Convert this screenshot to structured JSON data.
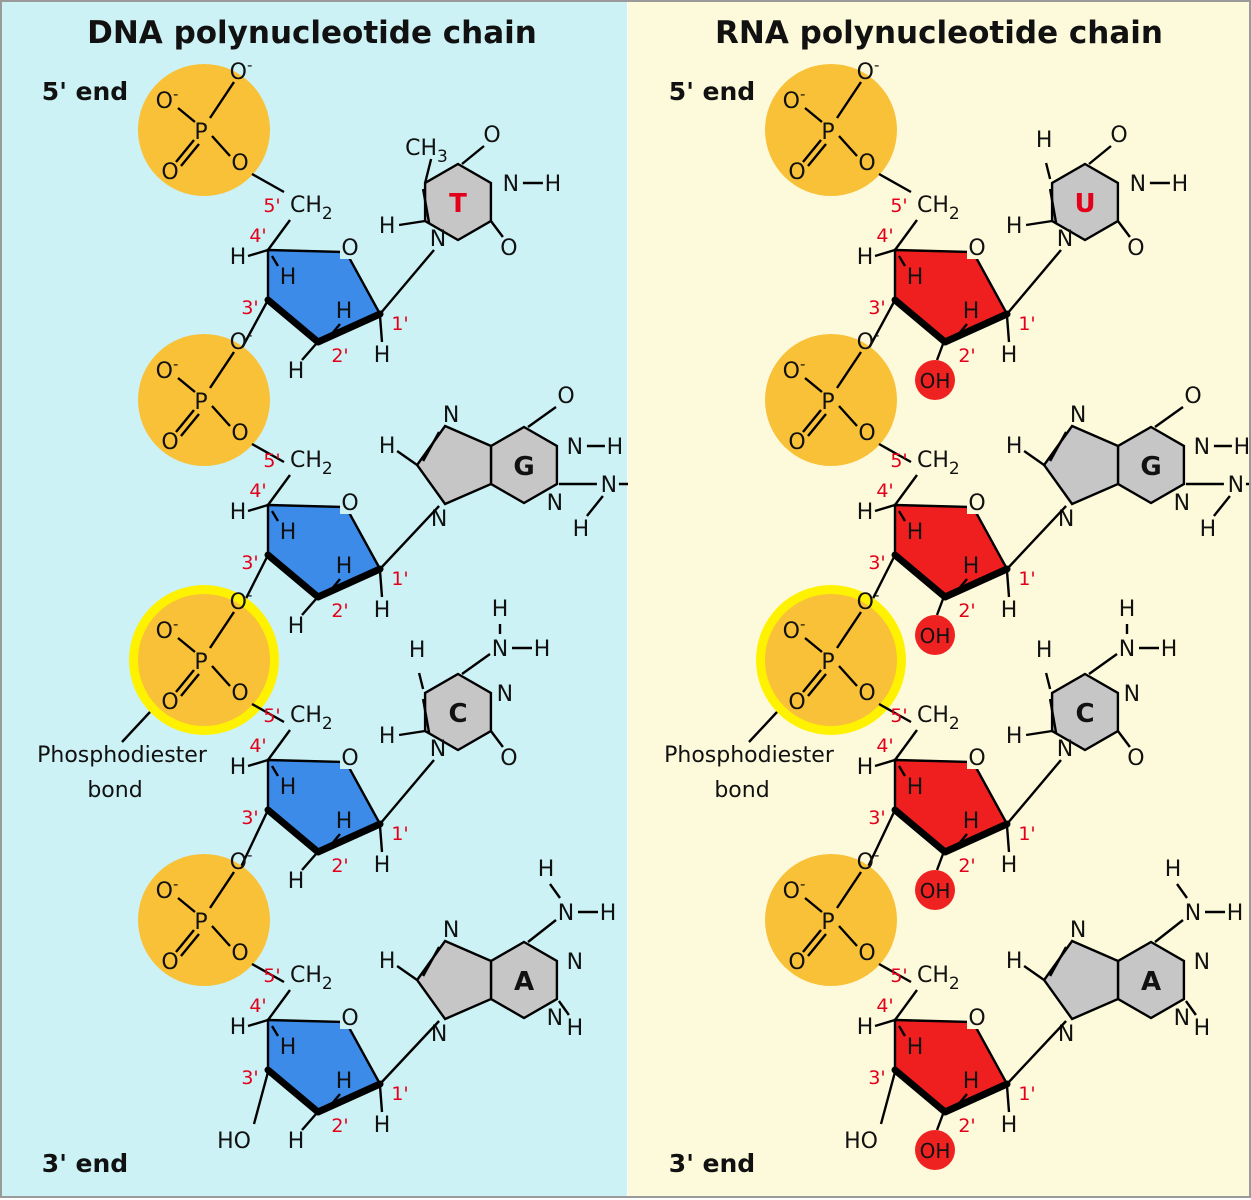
{
  "colors": {
    "dna_background": "#ccf2f5",
    "rna_background": "#fdfadc",
    "phosphate": "#f9c137",
    "phosphate_highlight": "#fff200",
    "deoxyribose": "#3d8be8",
    "ribose": "#f01f1f",
    "hydroxyl_dot": "#ef2222",
    "base": "#c6c6c6",
    "prime_labels": "#e3001b",
    "highlight_letter": "#e3001b"
  },
  "panels": [
    {
      "title": "DNA polynucleotide chain",
      "five_prime_end": "5' end",
      "three_prime_end": "3' end",
      "sugar": "deoxyribose",
      "bases": [
        {
          "letter": "T",
          "type": "thymine"
        },
        {
          "letter": "G",
          "type": "guanine"
        },
        {
          "letter": "C",
          "type": "cytosine"
        },
        {
          "letter": "A",
          "type": "adenine"
        }
      ],
      "annotation": [
        "Phosphodiester",
        "bond"
      ]
    },
    {
      "title": "RNA polynucleotide chain",
      "five_prime_end": "5' end",
      "three_prime_end": "3' end",
      "sugar": "ribose",
      "bases": [
        {
          "letter": "U",
          "type": "uracil"
        },
        {
          "letter": "G",
          "type": "guanine"
        },
        {
          "letter": "C",
          "type": "cytosine"
        },
        {
          "letter": "A",
          "type": "adenine"
        }
      ],
      "annotation": [
        "Phosphodiester",
        "bond"
      ]
    }
  ],
  "atoms": {
    "phosphorus": "P",
    "oxygen": "O",
    "oxygen_minus": "O",
    "hydrogen": "H",
    "nitrogen": "N",
    "ch2": "CH",
    "ch3": "CH",
    "sub_2": "2",
    "sub_3": "3",
    "minus": "-",
    "oh": "OH",
    "ho": "HO"
  },
  "primes": [
    "5'",
    "4'",
    "3'",
    "2'",
    "1'"
  ]
}
